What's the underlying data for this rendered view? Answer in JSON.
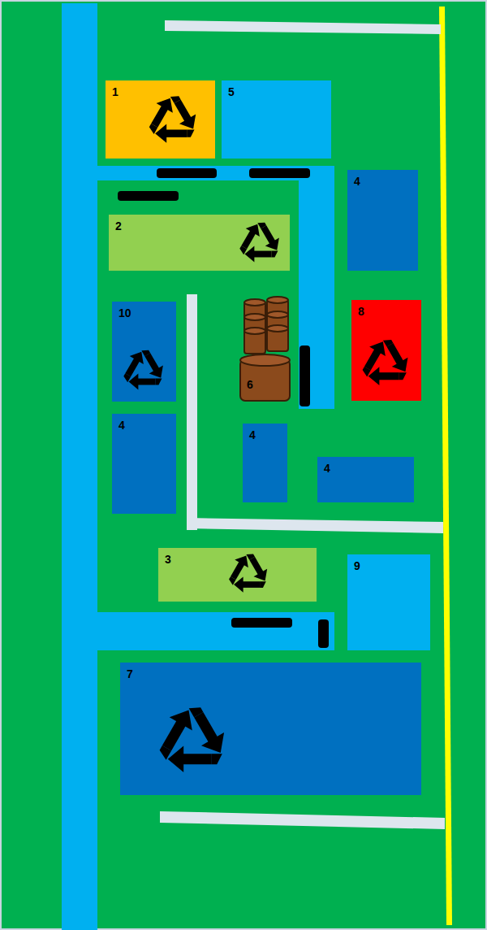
{
  "diagram": {
    "nodes": [
      {
        "text": [
          "1"
        ]
      },
      {
        "text": [
          "5"
        ]
      },
      {
        "text": [
          "4"
        ]
      },
      {
        "text": [
          "2"
        ]
      },
      {
        "text": [
          "10"
        ]
      },
      {
        "text": [
          "8"
        ]
      },
      {
        "text": [
          "4"
        ]
      },
      {
        "text": [
          "4"
        ]
      },
      {
        "text": [
          "4"
        ]
      },
      {
        "text": [
          "3"
        ]
      },
      {
        "text": [
          "9"
        ]
      },
      {
        "text": [
          "7"
        ]
      }
    ],
    "labels": [
      "6"
    ]
  }
}
